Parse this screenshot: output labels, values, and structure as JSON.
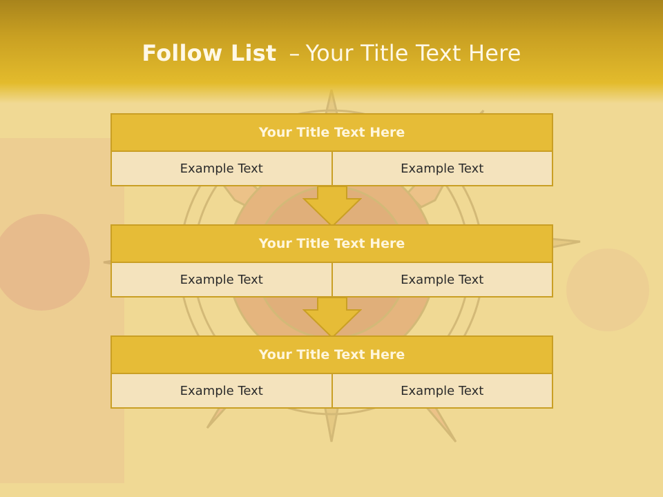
{
  "slide": {
    "title_bold": "Follow List",
    "title_dash": "–",
    "title_rest": "Your Title Text Here"
  },
  "blocks": [
    {
      "title": "Your Title Text Here",
      "cells": [
        "Example Text",
        "Example Text"
      ]
    },
    {
      "title": "Your Title Text Here",
      "cells": [
        "Example Text",
        "Example Text"
      ]
    },
    {
      "title": "Your Title Text Here",
      "cells": [
        "Example Text",
        "Example Text"
      ]
    }
  ],
  "colors": {
    "header": "#c9a022",
    "block_title_fill": "#e6bc37",
    "block_border": "#c99f24",
    "cell_fill": "#f4e3bd",
    "arrow_fill": "#e6bc37"
  },
  "icons": {
    "background": "sun-painting-background",
    "arrow": "down-arrow-icon"
  }
}
